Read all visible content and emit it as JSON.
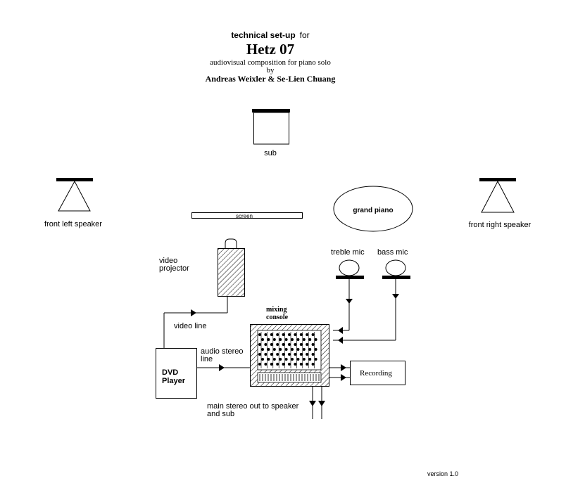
{
  "header": {
    "line1_bold": "technical  set-up",
    "line1_rest": "for",
    "title": "Hetz 07",
    "subtitle": "audiovisual composition for piano solo",
    "by": "by",
    "authors": "Andreas Weixler & Se-Lien Chuang"
  },
  "labels": {
    "sub": "sub",
    "front_left": "front left speaker",
    "front_right": "front right speaker",
    "screen": "screen",
    "grand_piano": "grand piano",
    "video_projector_1": "video",
    "video_projector_2": "projector",
    "treble_mic": "treble mic",
    "bass_mic": "bass mic",
    "mixing_console_1": "mixing",
    "mixing_console_2": "console",
    "video_line": "video line",
    "audio_stereo_1": "audio stereo",
    "audio_stereo_2": "line",
    "dvd_1": "DVD",
    "dvd_2": "Player",
    "recording": "Recording",
    "main_out_1": "main stereo out to speaker",
    "main_out_2": "and sub"
  },
  "footer": {
    "version": "version  1.0"
  }
}
